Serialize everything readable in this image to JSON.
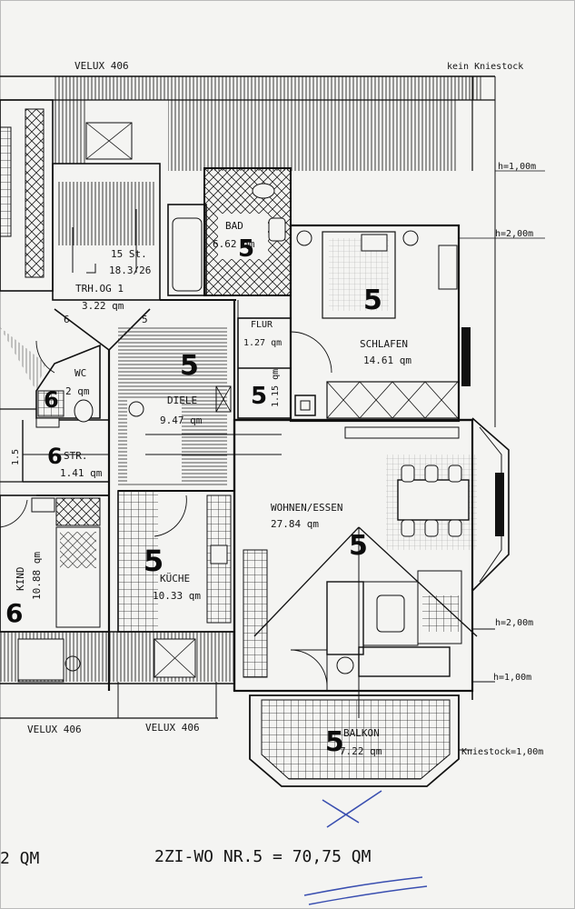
{
  "plan": {
    "labels": {
      "velux_top": "VELUX 406",
      "kein_kniestock": "kein Kniestock",
      "h1_top": "h=1,00m",
      "h2_top": "h=2,00m",
      "h2_bottom": "h=2,00m",
      "h1_bottom": "h=1,00m",
      "kniestock": "Kniestock=1,00m",
      "velux_bottom_left": "VELUX 406",
      "velux_bottom_mid": "VELUX 406"
    },
    "rooms": {
      "bad": {
        "name": "BAD",
        "area": "6.62 qm"
      },
      "stairs": {
        "name": "15 St.",
        "area": "18.3/26"
      },
      "trh": {
        "name": "TRH.OG 1",
        "area": "3.22 qm"
      },
      "schlafen": {
        "name": "SCHLAFEN",
        "area": "14.61 qm"
      },
      "flur": {
        "name": "FLUR",
        "area": "1.27 qm"
      },
      "abst": {
        "area": "1.15 qm"
      },
      "wc": {
        "name": "WC",
        "area": "2 qm"
      },
      "diele": {
        "name": "DIELE",
        "area": "9.47 qm"
      },
      "str": {
        "name": "STR.",
        "area": "1.41 qm"
      },
      "wohnen": {
        "name": "WOHNEN/ESSEN",
        "area": "27.84 qm"
      },
      "kind": {
        "name": "KIND",
        "area": "10.88 qm"
      },
      "kueche": {
        "name": "KÜCHE",
        "area": "10.33 qm"
      },
      "balkon": {
        "name": "BALKON",
        "area": "7.22 qm"
      },
      "side_small": {
        "area": "1.5"
      }
    },
    "step_numbers": {
      "left": "6",
      "right": "5"
    },
    "handwritten": {
      "bad": "5",
      "schlafen": "5",
      "diele": "5",
      "flur": "5",
      "wc": "6",
      "str": "6",
      "wohnen": "5",
      "kueche": "5",
      "kind": "6",
      "balkon": "5"
    },
    "totals": {
      "left_partial": "2 QM",
      "main": "2ZI-WO NR.5 = 70,75 QM"
    },
    "colors": {
      "paper": "#f4f4f2",
      "ink": "#151515",
      "pen": "#3a4fb0"
    }
  }
}
